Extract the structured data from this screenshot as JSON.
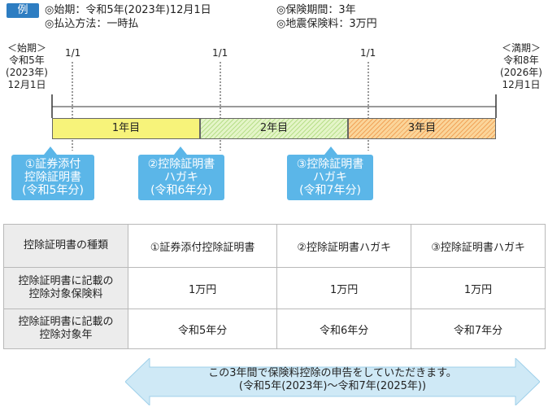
{
  "header": {
    "example_badge": "例",
    "start_date": "◎始期：令和5年(2023年)12月1日",
    "payment": "◎払込方法：一時払",
    "period": "◎保険期間：3年",
    "premium": "◎地震保険料：3万円"
  },
  "timeline": {
    "start_label": "＜始期＞\n令和5年\n(2023年)\n12月1日",
    "end_label": "＜満期＞\n令和8年\n(2026年)\n12月1日",
    "tick_labels": [
      "1/1",
      "1/1",
      "1/1"
    ],
    "years": [
      "1年目",
      "2年目",
      "3年目"
    ]
  },
  "callouts": [
    "①証券添付\n控除証明書\n(令和5年分)",
    "②控除証明書\nハガキ\n(令和6年分)",
    "③控除証明書\nハガキ\n(令和7年分)"
  ],
  "table": {
    "row1": [
      "控除証明書の種類",
      "①証券添付控除証明書",
      "②控除証明書ハガキ",
      "③控除証明書ハガキ"
    ],
    "row2": [
      "控除証明書に記載の\n控除対象保険料",
      "1万円",
      "1万円",
      "1万円"
    ],
    "row3": [
      "控除証明書に記載の\n控除対象年",
      "令和5年分",
      "令和6年分",
      "令和7年分"
    ]
  },
  "arrow_note": {
    "line1": "この3年間で保険料控除の申告をしていただきます。",
    "line2": "(令和5年(2023年)～令和7年(2025年))"
  },
  "colors": {
    "badge": "#2d7dc2",
    "callout": "#5bb6e8",
    "year1": "#f7f37a",
    "year2": "#b8df8a",
    "year3": "#f1a45a",
    "arrow": "#cfe9f6"
  }
}
